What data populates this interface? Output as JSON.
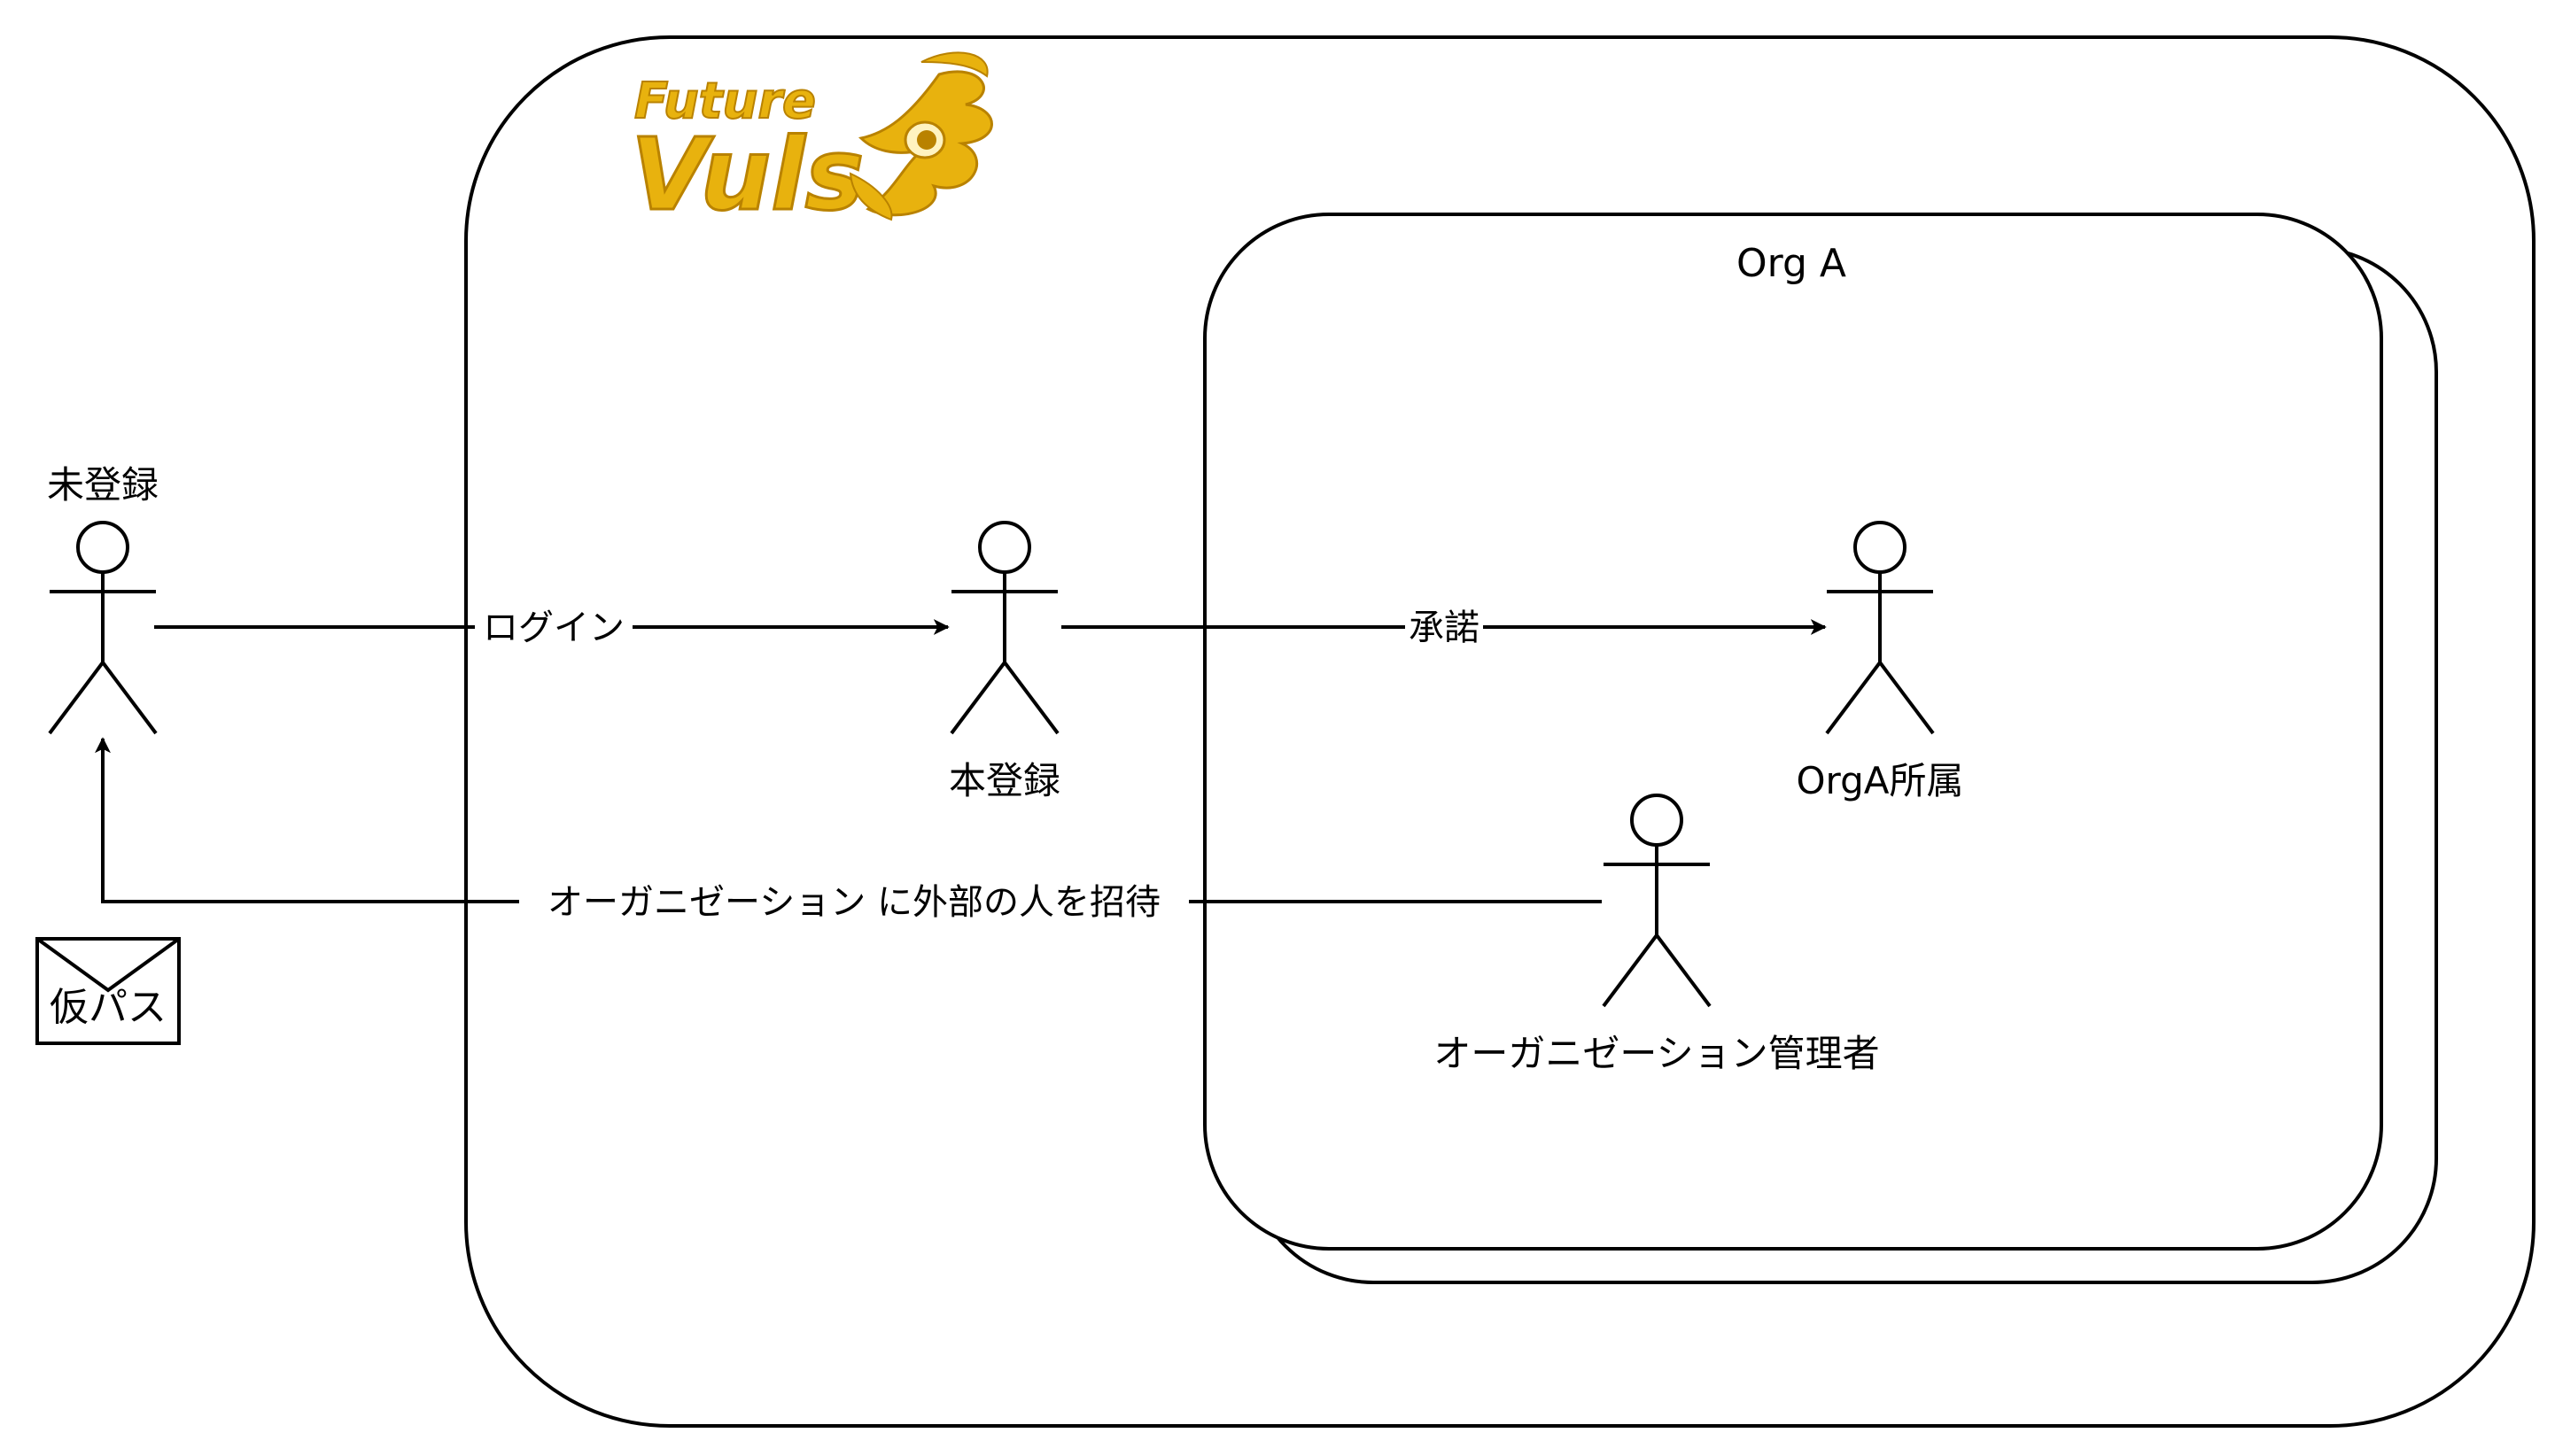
{
  "logo": {
    "text_top": "Future",
    "text_bottom": "Vuls",
    "color_primary": "#e8b20e",
    "color_dark": "#b98200"
  },
  "org": {
    "title": "Org A"
  },
  "actors": {
    "unregistered": "未登録",
    "registered": "本登録",
    "member": "OrgA所属",
    "admin": "オーガニゼーション管理者"
  },
  "edges": {
    "login": "ログイン",
    "approve": "承諾",
    "invite": "オーガニゼーション に外部の人を招待"
  },
  "mail": {
    "label": "仮パス"
  },
  "colors": {
    "stroke": "#000000",
    "background": "#ffffff"
  }
}
